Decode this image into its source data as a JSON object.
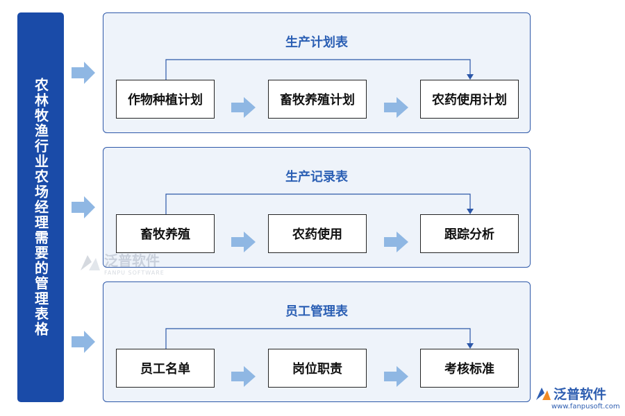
{
  "sidebar": {
    "title": "农林牧渔行业农场经理需要的管理表格"
  },
  "panels": [
    {
      "title": "生产计划表",
      "steps": [
        "作物种植计划",
        "畜牧养殖计划",
        "农药使用计划"
      ]
    },
    {
      "title": "生产记录表",
      "steps": [
        "畜牧养殖",
        "农药使用",
        "跟踪分析"
      ]
    },
    {
      "title": "员工管理表",
      "steps": [
        "员工名单",
        "岗位职责",
        "考核标准"
      ]
    }
  ],
  "watermark": {
    "brand": "泛普软件",
    "sub": "FANPU SOFTWARE"
  },
  "logo": {
    "brand": "泛普软件",
    "url": "www.fanpusoft.com"
  },
  "colors": {
    "sidebar": "#1a4ba8",
    "panel_border": "#2c57a8",
    "panel_bg": "#eef3fa",
    "arrow": "#8fb7e3",
    "title": "#2b5fb4"
  },
  "icons": [
    "right-arrow-icon",
    "fanpu-logo-icon"
  ]
}
